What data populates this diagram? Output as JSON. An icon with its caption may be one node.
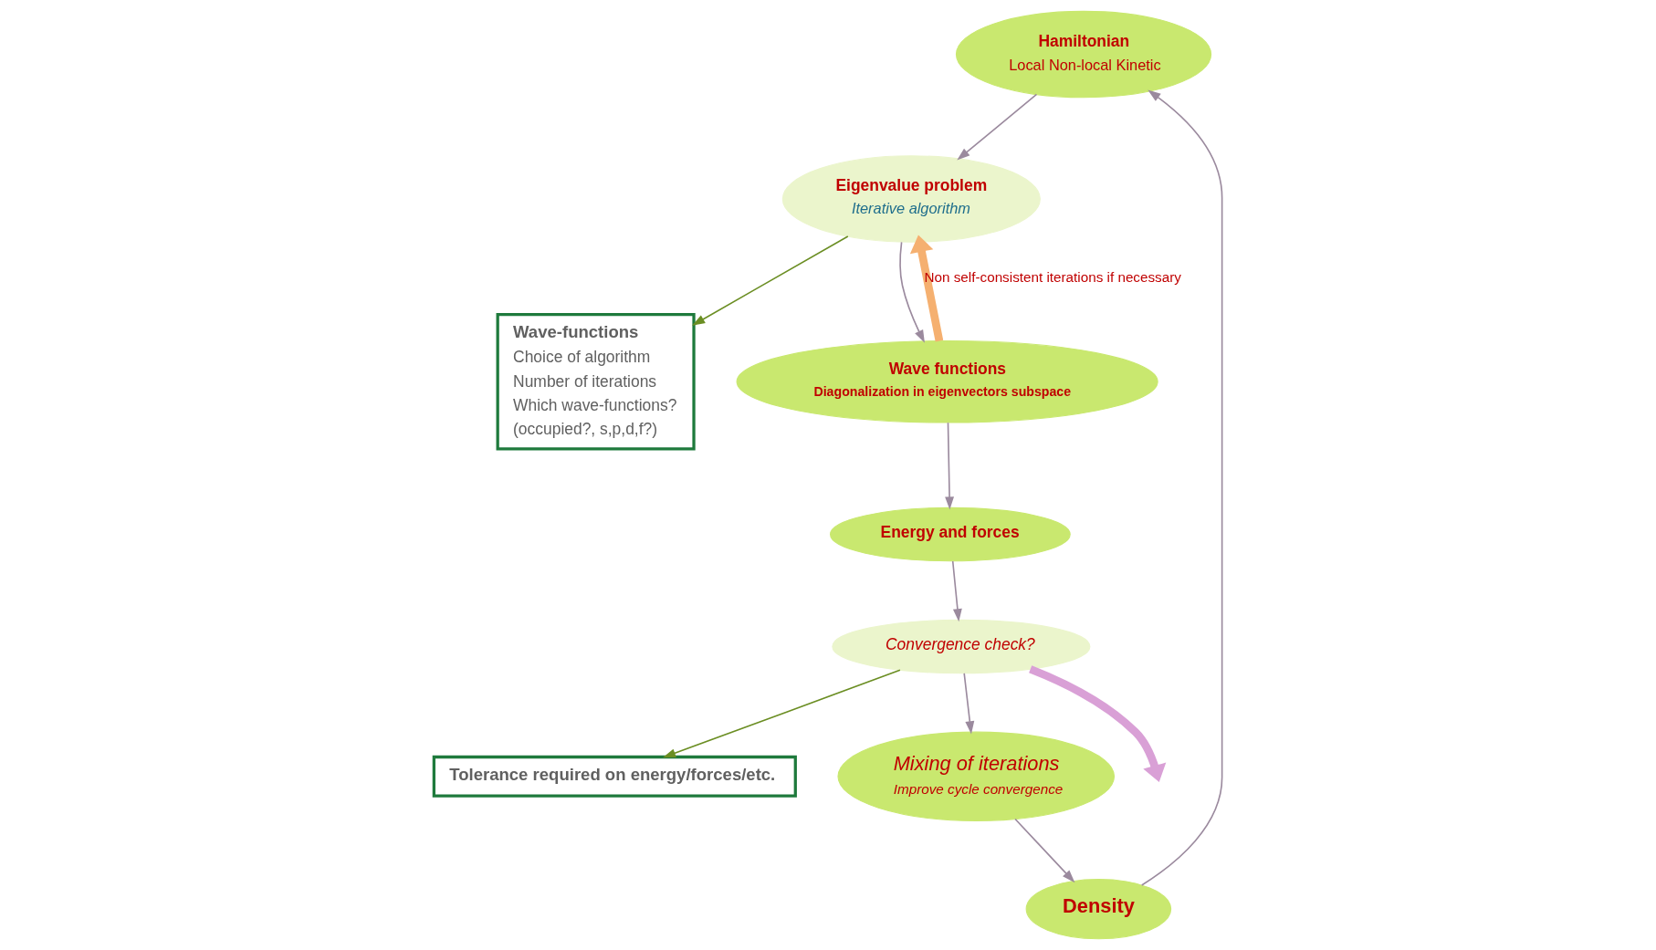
{
  "diagram": {
    "nodes": [
      {
        "text": [
          "Hamiltonian",
          "Local Non-local Kinetic"
        ]
      },
      {
        "text": [
          "Eigenvalue problem",
          "Iterative algorithm"
        ]
      },
      {
        "text": [
          "Wave-functions",
          "Choice of algorithm",
          "Number of iterations",
          "Which wave-functions?",
          "(occupied?, s,p,d,f?)"
        ]
      },
      {
        "text": [
          "Wave functions",
          "Diagonalization in eigenvectors subspace"
        ]
      },
      {
        "text": [
          "Energy and forces"
        ]
      },
      {
        "text": [
          "Convergence check?"
        ]
      },
      {
        "text": [
          "Tolerance required on energy/forces/etc."
        ]
      },
      {
        "text": [
          "Mixing of iterations",
          "Improve cycle convergence"
        ]
      },
      {
        "text": [
          "Density"
        ]
      }
    ],
    "edges": [
      {
        "from": 0,
        "to": 1,
        "arrow": "to"
      },
      {
        "from": 1,
        "to": 3,
        "arrow": "to"
      },
      {
        "from": 3,
        "to": 4,
        "arrow": "to"
      },
      {
        "from": 4,
        "to": 5,
        "arrow": "to"
      },
      {
        "from": 5,
        "to": 7,
        "arrow": "to"
      },
      {
        "from": 7,
        "to": 8,
        "arrow": "to"
      },
      {
        "from": 8,
        "to": 0,
        "arrow": "to"
      },
      {
        "from": 1,
        "to": 2,
        "arrow": "to",
        "color": "#6b8e23"
      },
      {
        "from": 5,
        "to": 6,
        "arrow": "to",
        "color": "#6b8e23"
      },
      {
        "from": 3,
        "to": 1,
        "arrow": "to",
        "label": "Non self-consistent iterations if necessary",
        "style": "thick",
        "color": "#f5b070"
      },
      {
        "from": 5,
        "to": null,
        "arrow": "to",
        "style": "thick",
        "color": "#d9a0d6"
      }
    ]
  }
}
